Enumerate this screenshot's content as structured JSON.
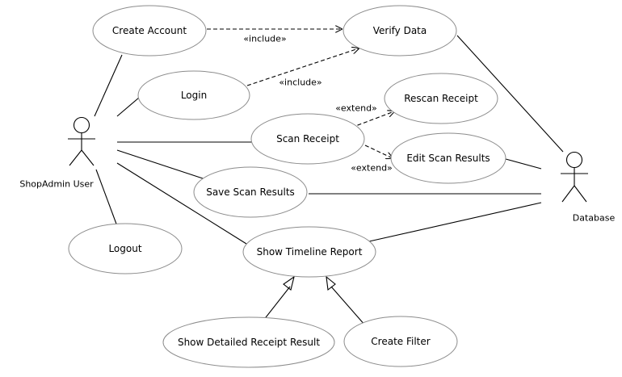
{
  "diagram": {
    "actors": {
      "shopadmin": "ShopAdmin User",
      "database": "Database"
    },
    "use_cases": {
      "create_account": "Create Account",
      "verify_data": "Verify Data",
      "login": "Login",
      "rescan_receipt": "Rescan Receipt",
      "scan_receipt": "Scan Receipt",
      "edit_scan_results": "Edit Scan Results",
      "save_scan_results": "Save Scan Results",
      "logout": "Logout",
      "show_timeline_report": "Show Timeline Report",
      "show_detailed_receipt_result": "Show Detailed Receipt Result",
      "create_filter": "Create Filter"
    },
    "stereotypes": {
      "include_1": "«include»",
      "include_2": "«include»",
      "extend_1": "«extend»",
      "extend_2": "«extend»"
    }
  }
}
